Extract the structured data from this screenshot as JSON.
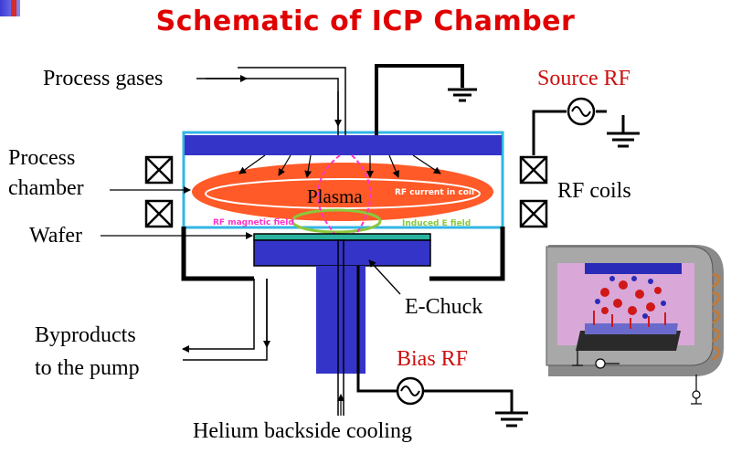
{
  "title": "Schematic of ICP Chamber",
  "labels": {
    "process_gases": "Process gases",
    "process_chamber_1": "Process",
    "process_chamber_2": "chamber",
    "wafer": "Wafer",
    "byproducts_1": "Byproducts",
    "byproducts_2": "to the pump",
    "helium": "Helium backside cooling",
    "source_rf": "Source RF",
    "rf_coils": "RF coils",
    "e_chuck": "E-Chuck",
    "bias_rf": "Bias RF",
    "plasma": "Plasma",
    "rf_current_in_coil": "RF current in coil",
    "rf_magnetic_field": "RF magnetic field",
    "induced_e_field": "Induced E field"
  },
  "colors": {
    "title": "#e00000",
    "red_label": "#cc1010",
    "plate_blue": "#3434c8",
    "chamber_wall": "#33b5e5",
    "plasma": "#ff5a28",
    "wafer": "#2ab3a0",
    "magnetic": "#ff33cc",
    "efield": "#8ac83c"
  },
  "icons": [
    "coil-cross-icon",
    "ground-icon",
    "rf-source-icon"
  ]
}
